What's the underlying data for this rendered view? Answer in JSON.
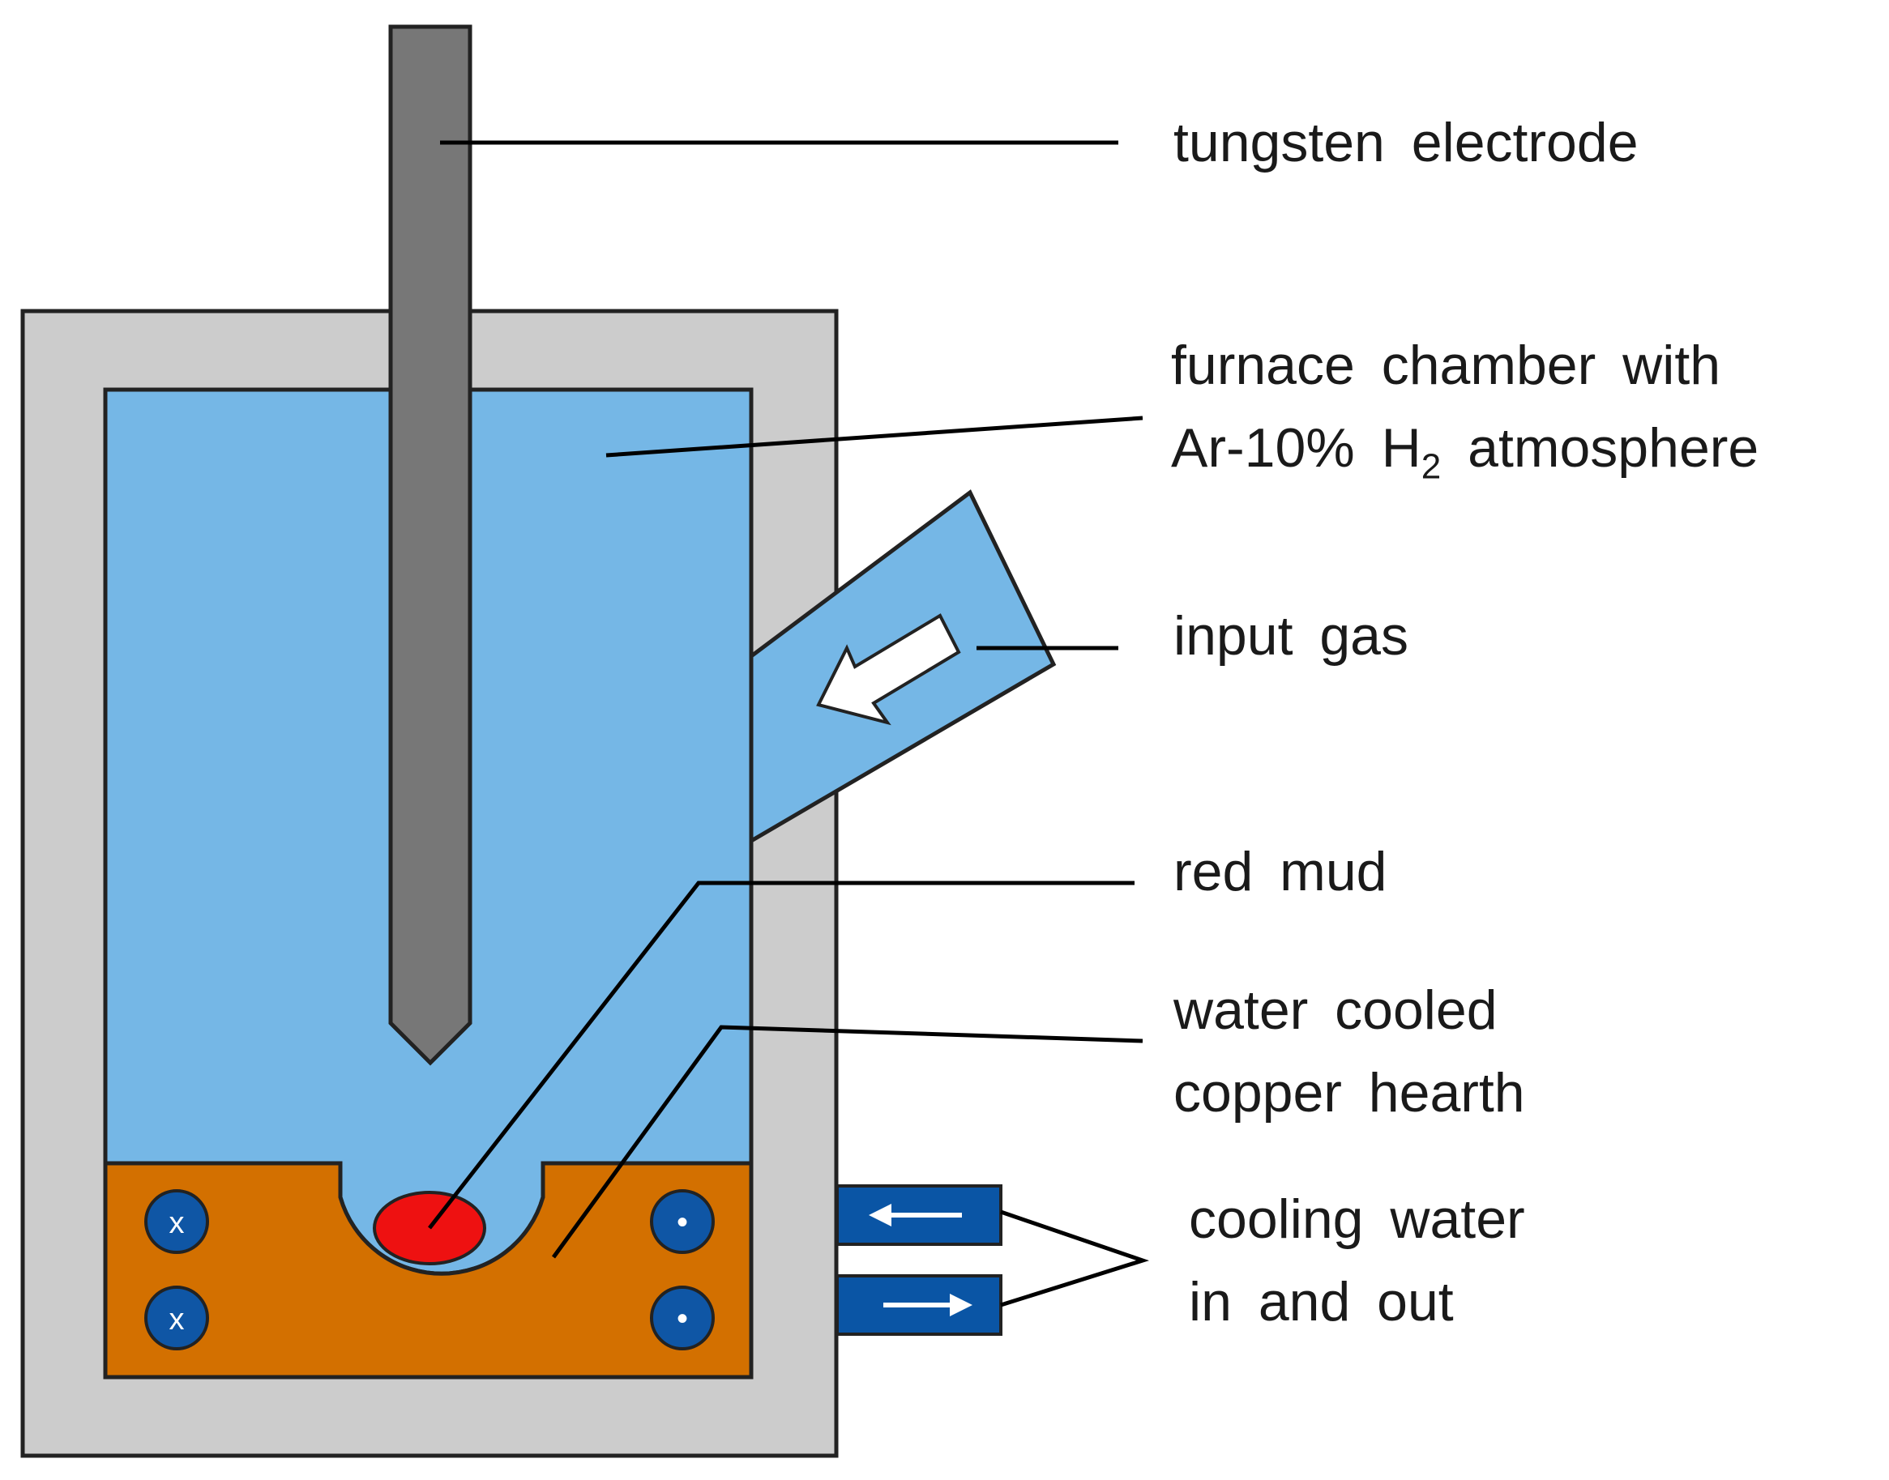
{
  "labels": {
    "electrode": "tungsten electrode",
    "chamber_line1": "furnace chamber with",
    "chamber_line2_prefix": "Ar-10% H",
    "chamber_line2_sub": "2",
    "chamber_line2_suffix": " atmosphere",
    "input_gas": "input gas",
    "red_mud": "red mud",
    "hearth_line1": "water cooled",
    "hearth_line2": "copper hearth",
    "cooling_line1": "cooling water",
    "cooling_line2": "in and out"
  },
  "channel_markers": {
    "inflow": "x",
    "outflow": "•"
  },
  "colors": {
    "outer_casing": "#cccccc",
    "chamber": "#75b7e6",
    "electrode": "#777777",
    "copper": "#d37000",
    "red_mud": "#ee1111",
    "cooling_pipe": "#0a55a5",
    "channel": "#0f56a5"
  }
}
